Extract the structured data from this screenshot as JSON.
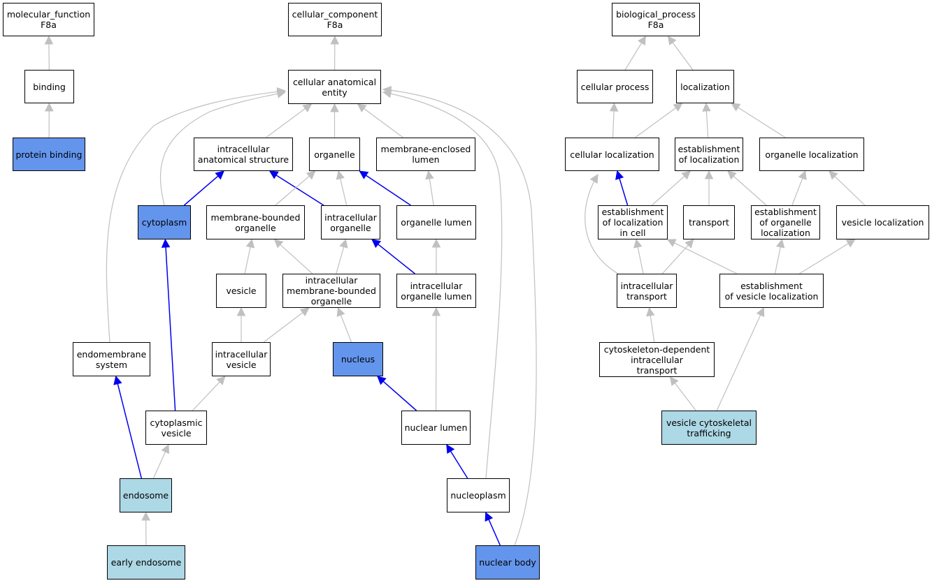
{
  "colors": {
    "direct": "#6495ed",
    "inferred": "#add8e6",
    "plain": "#ffffff",
    "blue_edge": "#0000ee",
    "gray_edge": "#c0c0c0"
  },
  "nodes": {
    "mf_root": {
      "label": "molecular_function\nF8a",
      "kind": "plain"
    },
    "binding": {
      "label": "binding",
      "kind": "plain"
    },
    "protein_binding": {
      "label": "protein binding",
      "kind": "direct"
    },
    "cc_root": {
      "label": "cellular_component\nF8a",
      "kind": "plain"
    },
    "cae": {
      "label": "cellular anatomical\nentity",
      "kind": "plain"
    },
    "ias": {
      "label": "intracellular\nanatomical structure",
      "kind": "plain"
    },
    "organelle": {
      "label": "organelle",
      "kind": "plain"
    },
    "mel": {
      "label": "membrane-enclosed\nlumen",
      "kind": "plain"
    },
    "cytoplasm": {
      "label": "cytoplasm",
      "kind": "direct"
    },
    "mbo": {
      "label": "membrane-bounded\norganelle",
      "kind": "plain"
    },
    "io": {
      "label": "intracellular\norganelle",
      "kind": "plain"
    },
    "ol": {
      "label": "organelle lumen",
      "kind": "plain"
    },
    "vesicle": {
      "label": "vesicle",
      "kind": "plain"
    },
    "imbo": {
      "label": "intracellular\nmembrane-bounded\norganelle",
      "kind": "plain"
    },
    "iol": {
      "label": "intracellular\norganelle lumen",
      "kind": "plain"
    },
    "ems": {
      "label": "endomembrane\nsystem",
      "kind": "plain"
    },
    "iv": {
      "label": "intracellular\nvesicle",
      "kind": "plain"
    },
    "nucleus": {
      "label": "nucleus",
      "kind": "direct"
    },
    "cv": {
      "label": "cytoplasmic\nvesicle",
      "kind": "plain"
    },
    "nl": {
      "label": "nuclear lumen",
      "kind": "plain"
    },
    "endosome": {
      "label": "endosome",
      "kind": "inferred"
    },
    "np": {
      "label": "nucleoplasm",
      "kind": "plain"
    },
    "ee": {
      "label": "early endosome",
      "kind": "inferred"
    },
    "nb": {
      "label": "nuclear body",
      "kind": "direct"
    },
    "bp_root": {
      "label": "biological_process\nF8a",
      "kind": "plain"
    },
    "cp": {
      "label": "cellular process",
      "kind": "plain"
    },
    "loc": {
      "label": "localization",
      "kind": "plain"
    },
    "cl": {
      "label": "cellular localization",
      "kind": "plain"
    },
    "eol": {
      "label": "establishment\nof localization",
      "kind": "plain"
    },
    "orgloc": {
      "label": "organelle localization",
      "kind": "plain"
    },
    "eolc": {
      "label": "establishment\nof localization\nin cell",
      "kind": "plain"
    },
    "transport": {
      "label": "transport",
      "kind": "plain"
    },
    "eoorg": {
      "label": "establishment\nof organelle\nlocalization",
      "kind": "plain"
    },
    "vl": {
      "label": "vesicle localization",
      "kind": "plain"
    },
    "it": {
      "label": "intracellular\ntransport",
      "kind": "plain"
    },
    "evl": {
      "label": "establishment\nof vesicle localization",
      "kind": "plain"
    },
    "cdit": {
      "label": "cytoskeleton-dependent\nintracellular\ntransport",
      "kind": "plain"
    },
    "vct": {
      "label": "vesicle cytoskeletal\ntrafficking",
      "kind": "inferred"
    }
  },
  "edges": [
    {
      "from": "binding",
      "to": "mf_root",
      "color": "gray"
    },
    {
      "from": "protein_binding",
      "to": "binding",
      "color": "gray"
    },
    {
      "from": "cae",
      "to": "cc_root",
      "color": "gray"
    },
    {
      "from": "ias",
      "to": "cae",
      "color": "gray"
    },
    {
      "from": "organelle",
      "to": "cae",
      "color": "gray"
    },
    {
      "from": "mel",
      "to": "cae",
      "color": "gray"
    },
    {
      "from": "cytoplasm",
      "to": "cae",
      "color": "gray"
    },
    {
      "from": "ems",
      "to": "cae",
      "color": "gray"
    },
    {
      "from": "np",
      "to": "cae",
      "color": "gray"
    },
    {
      "from": "nb",
      "to": "cae",
      "color": "gray"
    },
    {
      "from": "cytoplasm",
      "to": "ias",
      "color": "blue"
    },
    {
      "from": "io",
      "to": "ias",
      "color": "blue"
    },
    {
      "from": "mbo",
      "to": "organelle",
      "color": "gray"
    },
    {
      "from": "io",
      "to": "organelle",
      "color": "gray"
    },
    {
      "from": "ol",
      "to": "organelle",
      "color": "blue"
    },
    {
      "from": "ol",
      "to": "mel",
      "color": "gray"
    },
    {
      "from": "vesicle",
      "to": "mbo",
      "color": "gray"
    },
    {
      "from": "imbo",
      "to": "mbo",
      "color": "gray"
    },
    {
      "from": "imbo",
      "to": "io",
      "color": "gray"
    },
    {
      "from": "iol",
      "to": "io",
      "color": "blue"
    },
    {
      "from": "iol",
      "to": "ol",
      "color": "gray"
    },
    {
      "from": "iv",
      "to": "vesicle",
      "color": "gray"
    },
    {
      "from": "iv",
      "to": "imbo",
      "color": "gray"
    },
    {
      "from": "nucleus",
      "to": "imbo",
      "color": "gray"
    },
    {
      "from": "nl",
      "to": "iol",
      "color": "gray"
    },
    {
      "from": "cv",
      "to": "iv",
      "color": "gray"
    },
    {
      "from": "cv",
      "to": "cytoplasm",
      "color": "blue"
    },
    {
      "from": "nl",
      "to": "nucleus",
      "color": "blue"
    },
    {
      "from": "endosome",
      "to": "ems",
      "color": "blue"
    },
    {
      "from": "endosome",
      "to": "cv",
      "color": "gray"
    },
    {
      "from": "np",
      "to": "nl",
      "color": "blue"
    },
    {
      "from": "ee",
      "to": "endosome",
      "color": "gray"
    },
    {
      "from": "nb",
      "to": "np",
      "color": "blue"
    },
    {
      "from": "cp",
      "to": "bp_root",
      "color": "gray"
    },
    {
      "from": "loc",
      "to": "bp_root",
      "color": "gray"
    },
    {
      "from": "cl",
      "to": "cp",
      "color": "gray"
    },
    {
      "from": "cl",
      "to": "loc",
      "color": "gray"
    },
    {
      "from": "eol",
      "to": "loc",
      "color": "gray"
    },
    {
      "from": "orgloc",
      "to": "loc",
      "color": "gray"
    },
    {
      "from": "eolc",
      "to": "cl",
      "color": "blue"
    },
    {
      "from": "eolc",
      "to": "eol",
      "color": "gray"
    },
    {
      "from": "transport",
      "to": "eol",
      "color": "gray"
    },
    {
      "from": "eoorg",
      "to": "eol",
      "color": "gray"
    },
    {
      "from": "eoorg",
      "to": "orgloc",
      "color": "gray"
    },
    {
      "from": "vl",
      "to": "orgloc",
      "color": "gray"
    },
    {
      "from": "it",
      "to": "cl",
      "color": "gray"
    },
    {
      "from": "it",
      "to": "eolc",
      "color": "gray"
    },
    {
      "from": "it",
      "to": "transport",
      "color": "gray"
    },
    {
      "from": "evl",
      "to": "eolc",
      "color": "gray"
    },
    {
      "from": "evl",
      "to": "eoorg",
      "color": "gray"
    },
    {
      "from": "evl",
      "to": "vl",
      "color": "gray"
    },
    {
      "from": "cdit",
      "to": "it",
      "color": "gray"
    },
    {
      "from": "vct",
      "to": "cdit",
      "color": "gray"
    },
    {
      "from": "vct",
      "to": "evl",
      "color": "gray"
    }
  ]
}
